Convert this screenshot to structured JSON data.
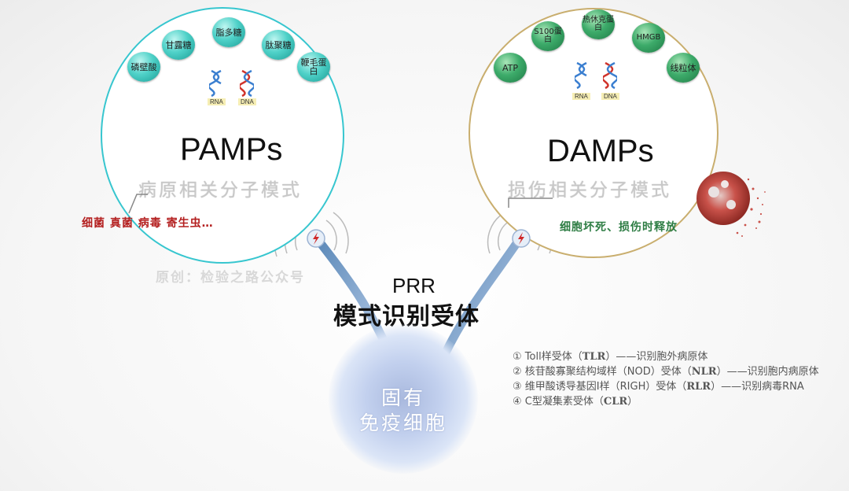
{
  "pamps": {
    "title": "PAMPs",
    "subtitle": "病原相关分子模式",
    "molecules": [
      "磷壁酸",
      "甘露糖",
      "脂多糖",
      "肽聚糖",
      "鞭毛蛋白"
    ],
    "rna_label": "RNA",
    "dna_label": "DNA",
    "sources": "细菌 真菌 病毒 寄生虫…",
    "border_color": "#37c6cf"
  },
  "damps": {
    "title": "DAMPs",
    "subtitle": "损伤相关分子模式",
    "molecules": [
      "ATP",
      "S100蛋白",
      "热休克蛋白",
      "HMGB",
      "线粒体"
    ],
    "rna_label": "RNA",
    "dna_label": "DNA",
    "sources": "细胞坏死、损伤时释放",
    "border_color": "#c9ae6e"
  },
  "watermark": "原创：检验之路公众号",
  "prr": {
    "label": "PRR",
    "cn": "模式识别受体"
  },
  "cell": {
    "line1": "固有",
    "line2": "免疫细胞"
  },
  "receptors": [
    {
      "num": "①",
      "name": "Toll样受体（",
      "abbr": "TLR",
      "desc": "）——识别胞外病原体"
    },
    {
      "num": "②",
      "name": "核苷酸寡聚结构域样（NOD）受体（",
      "abbr": "NLR",
      "desc": "）——识别胞内病原体"
    },
    {
      "num": "③",
      "name": "维甲酸诱导基因I样（RIGH）受体（",
      "abbr": "RLR",
      "desc": "）——识别病毒RNA"
    },
    {
      "num": "④",
      "name": "C型凝集素受体（",
      "abbr": "CLR",
      "desc": "）"
    }
  ]
}
